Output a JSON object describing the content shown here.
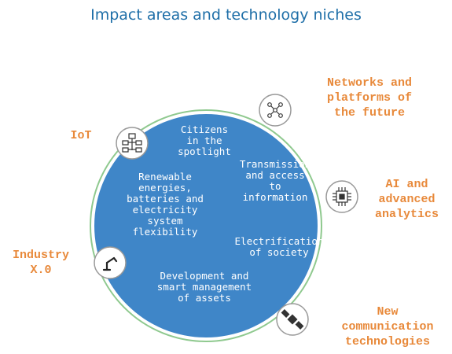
{
  "title": "Impact areas and technology niches",
  "colors": {
    "circle_fill": "#3f86c8",
    "ring": "#8fc98f",
    "niche_text": "#e8893a",
    "title_text": "#1f6fa8"
  },
  "impact_areas": [
    "Citizens\nin the\nspotlight",
    "Transmission\nand access\nto\ninformation",
    "Renewable\nenergies,\nbatteries and\nelectricity\nsystem\nflexibility",
    "Electrification\nof society",
    "Development and\nsmart management\nof assets"
  ],
  "technology_niches": [
    {
      "label": "Networks and\nplatforms of\nthe future",
      "icon": "network-icon"
    },
    {
      "label": "IoT",
      "icon": "iot-icon"
    },
    {
      "label": "AI and\nadvanced\nanalytics",
      "icon": "ai-chip-icon"
    },
    {
      "label": "Industry\nX.0",
      "icon": "robot-arm-icon"
    },
    {
      "label": "New\ncommunication\ntechnologies",
      "icon": "satellite-icon"
    }
  ]
}
